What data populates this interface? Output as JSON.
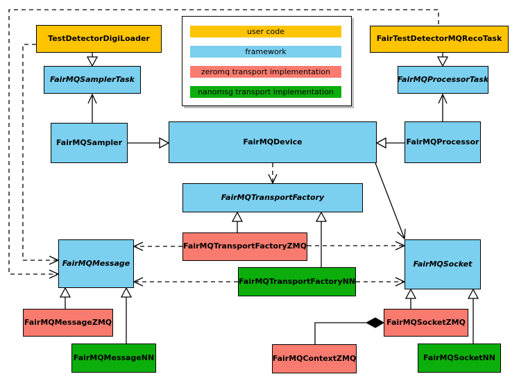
{
  "colors": {
    "user_code": "#FFC400",
    "framework": "#7BCFEF",
    "zeromq": "#F97B6F",
    "nanomsg": "#0CAE0C",
    "background": "#FFFFFF"
  },
  "legend": {
    "items": [
      {
        "label": "user code",
        "category": "user_code"
      },
      {
        "label": "framework",
        "category": "framework"
      },
      {
        "label": "zeromq transport implementation",
        "category": "zeromq"
      },
      {
        "label": "nanomsg transport implementation",
        "category": "nanomsg"
      }
    ]
  },
  "nodes": {
    "test_detector_digi_loader": {
      "label": "TestDetectorDigiLoader",
      "category": "user_code",
      "abstract": false
    },
    "fair_test_detector_mq_reco_task": {
      "label": "FairTestDetectorMQRecoTask",
      "category": "user_code",
      "abstract": false
    },
    "fairmq_sampler_task": {
      "label": "FairMQSamplerTask",
      "category": "framework",
      "abstract": true
    },
    "fairmq_processor_task": {
      "label": "FairMQProcessorTask",
      "category": "framework",
      "abstract": true
    },
    "fairmq_sampler": {
      "label": "FairMQSampler",
      "category": "framework",
      "abstract": false
    },
    "fairmq_device": {
      "label": "FairMQDevice",
      "category": "framework",
      "abstract": false
    },
    "fairmq_processor": {
      "label": "FairMQProcessor",
      "category": "framework",
      "abstract": false
    },
    "fairmq_transport_factory": {
      "label": "FairMQTransportFactory",
      "category": "framework",
      "abstract": true
    },
    "fairmq_transport_factory_zmq": {
      "label": "FairMQTransportFactoryZMQ",
      "category": "zeromq",
      "abstract": false
    },
    "fairmq_transport_factory_nn": {
      "label": "FairMQTransportFactoryNN",
      "category": "nanomsg",
      "abstract": false
    },
    "fairmq_message": {
      "label": "FairMQMessage",
      "category": "framework",
      "abstract": true
    },
    "fairmq_socket": {
      "label": "FairMQSocket",
      "category": "framework",
      "abstract": true
    },
    "fairmq_message_zmq": {
      "label": "FairMQMessageZMQ",
      "category": "zeromq",
      "abstract": false
    },
    "fairmq_message_nn": {
      "label": "FairMQMessageNN",
      "category": "nanomsg",
      "abstract": false
    },
    "fairmq_context_zmq": {
      "label": "FairMQContextZMQ",
      "category": "zeromq",
      "abstract": false
    },
    "fairmq_socket_zmq": {
      "label": "FairMQSocketZMQ",
      "category": "zeromq",
      "abstract": false
    },
    "fairmq_socket_nn": {
      "label": "FairMQSocketNN",
      "category": "nanomsg",
      "abstract": false
    }
  },
  "edges": [
    {
      "from": "TestDetectorDigiLoader",
      "to": "FairMQSamplerTask",
      "type": "solid-hollow-triangle"
    },
    {
      "from": "FairTestDetectorMQRecoTask",
      "to": "FairMQProcessorTask",
      "type": "solid-hollow-triangle"
    },
    {
      "from": "FairMQSampler",
      "to": "FairMQSamplerTask",
      "type": "solid-open-arrow"
    },
    {
      "from": "FairMQProcessor",
      "to": "FairMQProcessorTask",
      "type": "solid-open-arrow"
    },
    {
      "from": "FairMQSampler",
      "to": "FairMQDevice",
      "type": "solid-hollow-triangle"
    },
    {
      "from": "FairMQProcessor",
      "to": "FairMQDevice",
      "type": "solid-hollow-triangle"
    },
    {
      "from": "FairMQDevice",
      "to": "FairMQTransportFactory",
      "type": "dashed-open-arrow"
    },
    {
      "from": "FairMQDevice",
      "to": "FairMQSocket",
      "type": "solid-open-arrow"
    },
    {
      "from": "FairMQTransportFactoryZMQ",
      "to": "FairMQTransportFactory",
      "type": "solid-hollow-triangle"
    },
    {
      "from": "FairMQTransportFactoryNN",
      "to": "FairMQTransportFactory",
      "type": "solid-hollow-triangle"
    },
    {
      "from": "FairMQTransportFactoryZMQ",
      "to": "FairMQMessage",
      "type": "dashed-open-arrow"
    },
    {
      "from": "FairMQTransportFactoryZMQ",
      "to": "FairMQSocket",
      "type": "dashed-open-arrow"
    },
    {
      "from": "FairMQTransportFactoryNN",
      "to": "FairMQMessage",
      "type": "dashed-open-arrow"
    },
    {
      "from": "FairMQTransportFactoryNN",
      "to": "FairMQSocket",
      "type": "dashed-open-arrow"
    },
    {
      "from": "FairTestDetectorMQRecoTask",
      "to": "FairMQMessage",
      "type": "dashed-open-arrow"
    },
    {
      "from": "TestDetectorDigiLoader",
      "to": "FairMQMessage",
      "type": "dashed-open-arrow"
    },
    {
      "from": "FairMQMessageZMQ",
      "to": "FairMQMessage",
      "type": "solid-hollow-triangle"
    },
    {
      "from": "FairMQMessageNN",
      "to": "FairMQMessage",
      "type": "solid-hollow-triangle"
    },
    {
      "from": "FairMQSocketZMQ",
      "to": "FairMQSocket",
      "type": "solid-hollow-triangle"
    },
    {
      "from": "FairMQSocketNN",
      "to": "FairMQSocket",
      "type": "solid-hollow-triangle"
    },
    {
      "from": "FairMQContextZMQ",
      "to": "FairMQSocketZMQ",
      "type": "composition-filled-diamond"
    }
  ]
}
